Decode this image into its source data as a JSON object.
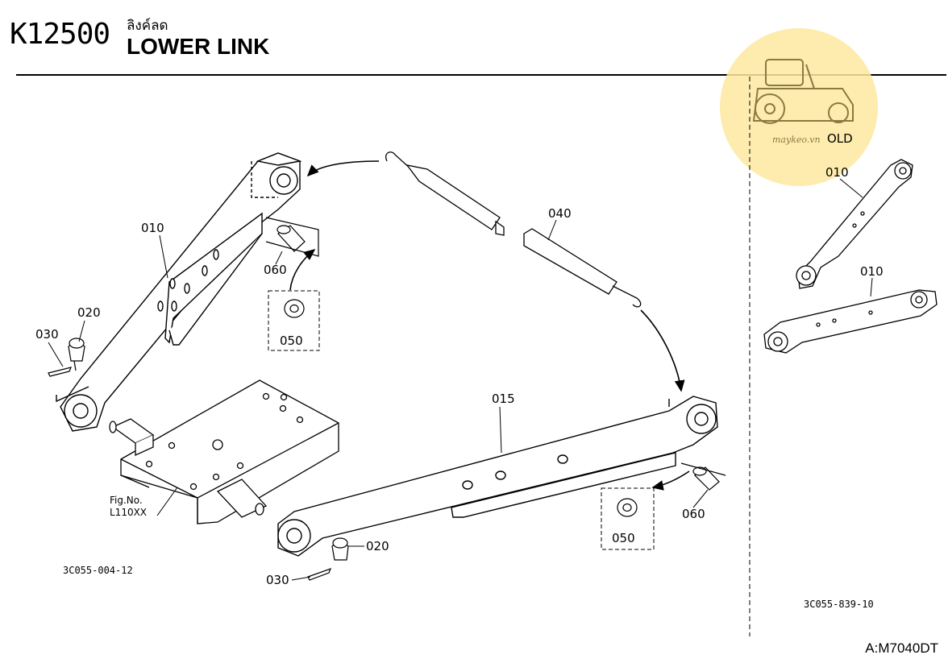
{
  "header": {
    "model": "K12500",
    "thai_title": "ลิงค์ลด",
    "title": "LOWER LINK"
  },
  "labels": {
    "p010_main": "010",
    "p015": "015",
    "p020_top": "020",
    "p020_bottom": "020",
    "p030_top": "030",
    "p030_bottom": "030",
    "p040": "040",
    "p050_top": "050",
    "p050_bottom": "050",
    "p060_top": "060",
    "p060_bottom": "060",
    "p010_old_top": "010",
    "p010_old_bottom": "010",
    "old": "OLD",
    "fig_no": "Fig.No.",
    "fig_ref": "L110XX"
  },
  "codes": {
    "left_diagram": "3C055-004-12",
    "right_diagram": "3C055-839-10",
    "page_ref": "A:M7040DT"
  },
  "watermark": {
    "text": "maykeo.vn",
    "icon": "tractor-icon",
    "color": "#fde9a0"
  }
}
